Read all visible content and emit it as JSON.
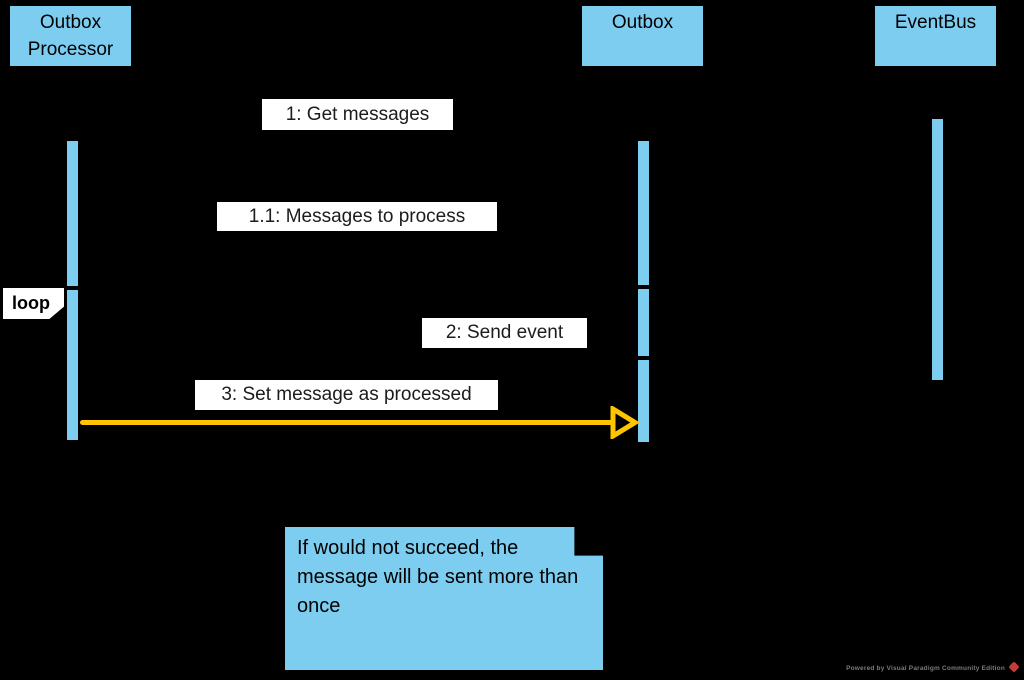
{
  "diagram_type": "uml-sequence-diagram",
  "colors": {
    "background": "#000000",
    "shape_fill": "#7DCDF1",
    "highlight_arrow": "#FFC400",
    "message_label_bg": "#FFFFFF",
    "watermark_logo_red": "#C43B3B"
  },
  "actors": [
    {
      "label": "Outbox Processor"
    },
    {
      "label": "Outbox"
    },
    {
      "label": "EventBus"
    }
  ],
  "messages": [
    {
      "label": "1: Get messages"
    },
    {
      "label": "1.1: Messages to process"
    },
    {
      "label": "2: Send event"
    },
    {
      "label": "3: Set message as processed"
    }
  ],
  "fragment": {
    "label": "loop"
  },
  "note": {
    "text": "If would not succeed, the message will be sent more than once"
  },
  "watermark": {
    "text": "Powered by Visual Paradigm Community Edition"
  }
}
